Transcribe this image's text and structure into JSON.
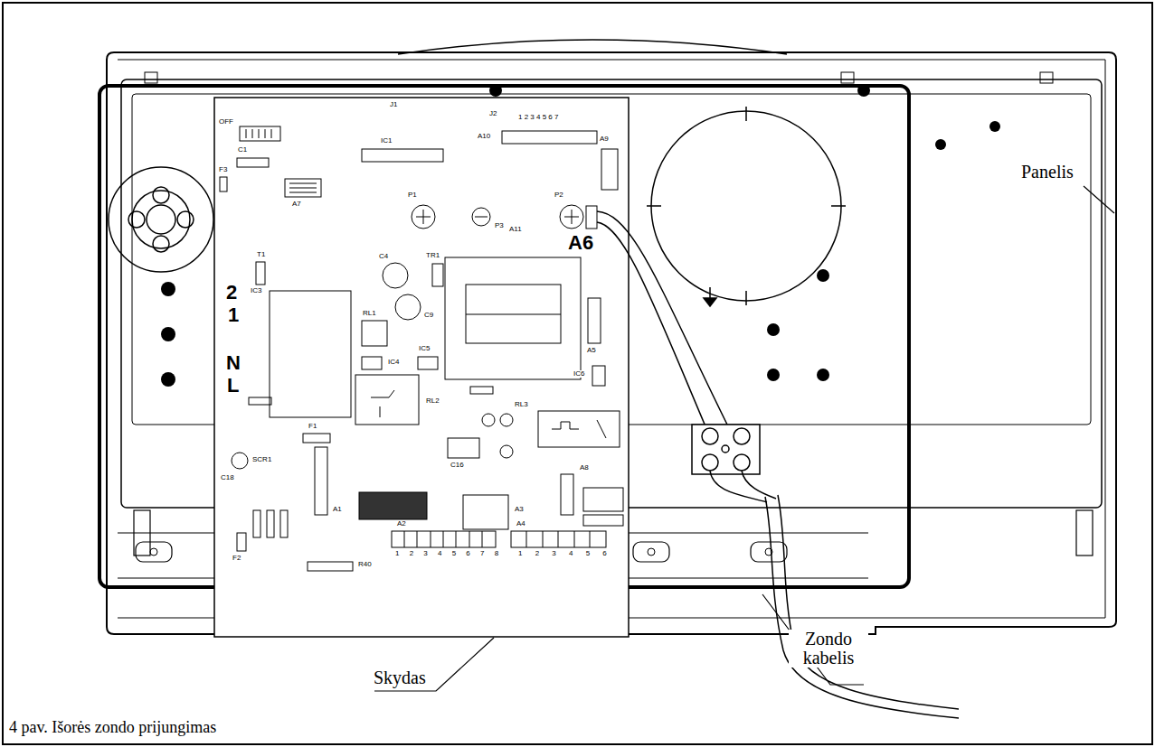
{
  "diagram": {
    "caption": "4 pav. Išorės zondo prijungimas",
    "labels": [
      "Panelis",
      "Skydas",
      "Zondo kabelis",
      "A6",
      "2",
      "1",
      "N",
      "L",
      "OFF",
      "C1",
      "F3",
      "J1",
      "IC1",
      "A7",
      "J2",
      "A10",
      "1 2 3 4 5 6 7",
      "A9",
      "P1",
      "P2",
      "P3",
      "A11",
      "T1",
      "TR1",
      "C4",
      "C9",
      "IC3",
      "RL1",
      "IC4",
      "IC5",
      "IC6",
      "A5",
      "RL2",
      "RL3",
      "F1",
      "SCR1",
      "C16",
      "C18",
      "A1",
      "A3",
      "A8",
      "F2",
      "R40",
      "A2",
      "1 2 3 4 5 6 7 8",
      "A4",
      "1 2 3 4 5 6"
    ]
  }
}
